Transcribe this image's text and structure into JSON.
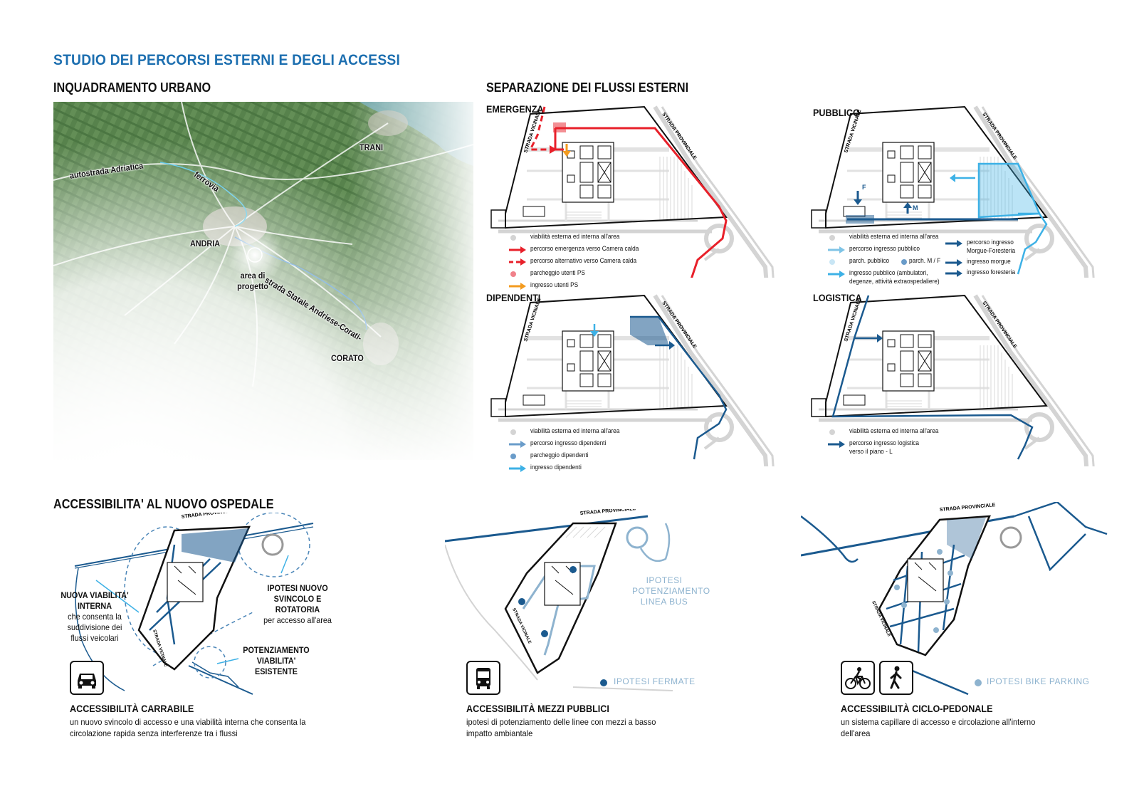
{
  "main_title": "STUDIO DEI PERCORSI ESTERNI E DEGLI ACCESSI",
  "urban": {
    "title": "INQUADRAMENTO URBANO",
    "labels": {
      "trani": "TRANI",
      "autostrada": "autostrada Adriatica",
      "ferrovia": "ferrovia",
      "andria": "ANDRIA",
      "area": "area di progetto",
      "strada": "strada Statale Andriese-Corati-",
      "corato": "CORATO"
    }
  },
  "flows": {
    "title": "SEPARAZIONE DEI FLUSSI ESTERNI",
    "road_labels": {
      "vicinale": "STRADA VICINALE",
      "provinciale": "STRADA PROVINCIALE"
    },
    "emergenza": {
      "title": "EMERGENZA",
      "legend": [
        "viabilità esterna ed interna all'area",
        "percorso emergenza verso Camera calda",
        "percorso alternativo verso Camera calda",
        "parcheggio utenti PS",
        "ingresso utenti PS"
      ]
    },
    "pubblico": {
      "title": "PUBBLICO",
      "legend_left": [
        "viabilità esterna ed interna all'area",
        "percorso ingresso pubblico",
        "parch. pubblico",
        "parch. M / F",
        "ingresso pubblico (ambulatori,",
        "degenze, attività extraospedaliere)"
      ],
      "legend_right": [
        "percorso ingresso",
        "Morgue-Foresteria",
        "ingresso morgue",
        "ingresso foresteria"
      ],
      "map_letters": {
        "f": "F",
        "m": "M"
      }
    },
    "dipendenti": {
      "title": "DIPENDENTI",
      "legend": [
        "viabilità esterna ed interna all'area",
        "percorso ingresso dipendenti",
        "parcheggio dipendenti",
        "ingresso dipendenti"
      ]
    },
    "logistica": {
      "title": "LOGISTICA",
      "legend": [
        "viabilità esterna ed interna all'area",
        "percorso ingresso logistica",
        "verso il piano - L"
      ]
    }
  },
  "access": {
    "title": "ACCESSIBILITA' AL NUOVO OSPEDALE",
    "road_label": "STRADA PROVINCIALE",
    "road_label2": "STRADA VICINALE",
    "carrabile": {
      "ann_left_bold": "NUOVA VIABILITA' INTERNA",
      "ann_left_rest": "che consenta la suddivisione dei flussi veicolari",
      "ann_right_bold": "IPOTESI NUOVO SVINCOLO E ROTATORIA",
      "ann_right_rest": "per accesso all'area",
      "ann_bottom": "POTENZIAMENTO VIABILITA' ESISTENTE",
      "title": "ACCESSIBILITÀ CARRABILE",
      "desc": "un nuovo svincolo di accesso e una viabilità interna che consenta la circolazione rapida senza interferenze tra i flussi",
      "icon": "car-icon"
    },
    "mezzi": {
      "ann": "IPOTESI POTENZIAMENTO LINEA BUS",
      "legend": "IPOTESI FERMATE",
      "title": "ACCESSIBILITÀ MEZZI PUBBLICI",
      "desc": "ipotesi di potenziamento delle linee con mezzi a basso impatto ambiantale",
      "icon": "bus-icon"
    },
    "ciclo": {
      "legend": "IPOTESI BIKE PARKING",
      "title": "ACCESSIBILITÀ CICLO-PEDONALE",
      "desc": "un sistema capillare di accesso e circolazione all'interno dell'area",
      "icons": [
        "bicycle-icon",
        "pedestrian-icon"
      ]
    }
  },
  "colors": {
    "title_blue": "#1d6fb0",
    "red": "#e8202a",
    "orange": "#f39b1f",
    "light_blue": "#3db1e6",
    "dark_blue": "#1b5a8f",
    "pale_blue": "#8eb3cf",
    "grey": "#d4d4d4"
  }
}
